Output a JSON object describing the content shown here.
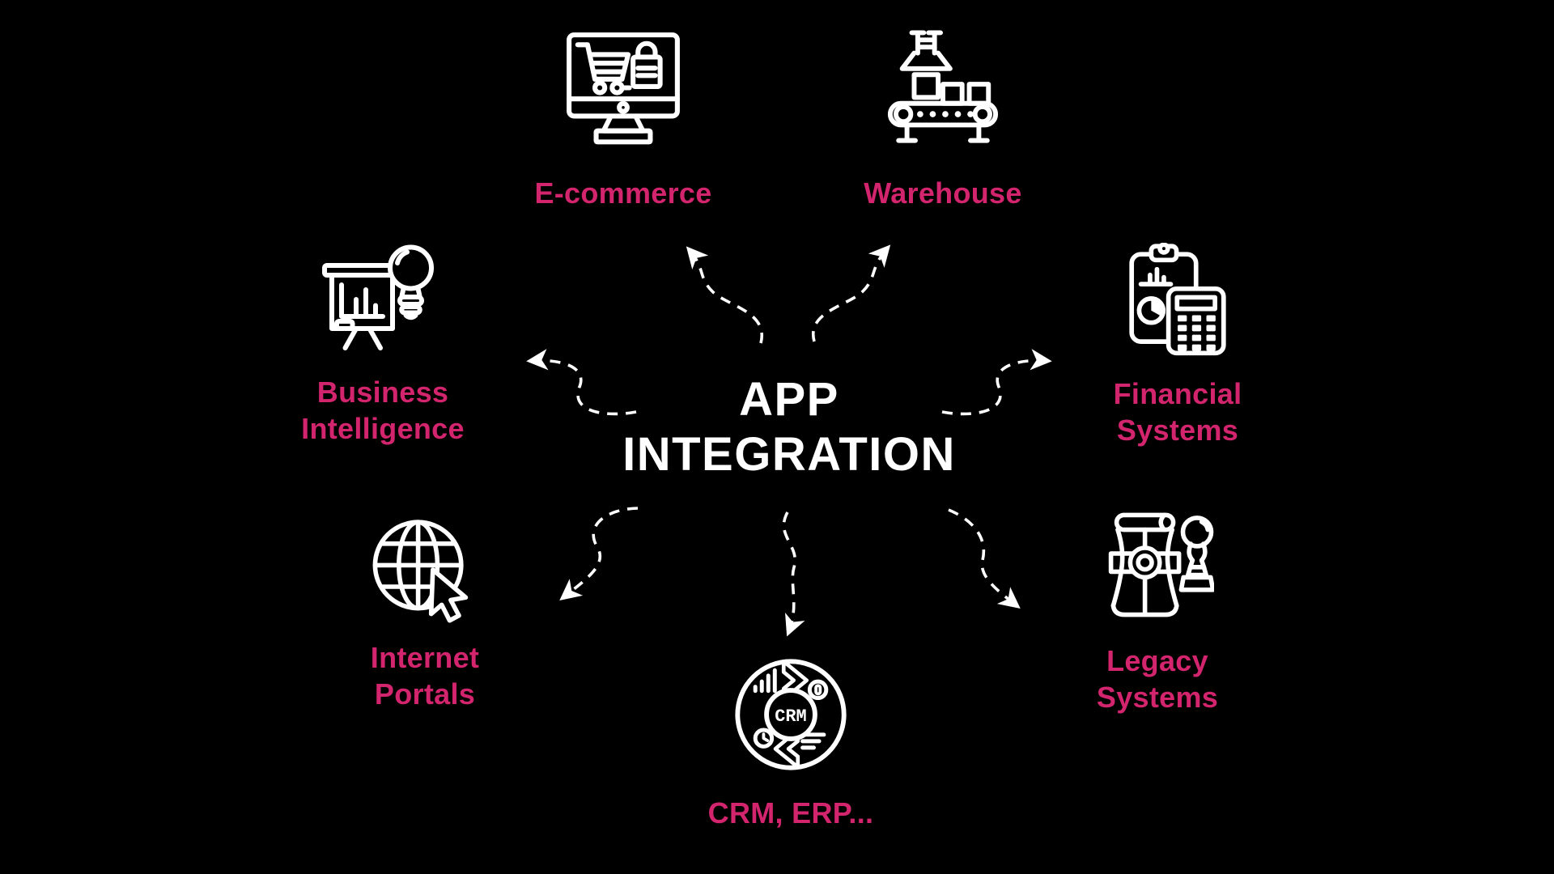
{
  "slide": {
    "title_line1": "APP",
    "title_line2": "INTEGRATION"
  },
  "colors": {
    "background": "#000000",
    "label_pink": "#d3246e",
    "line_white": "#ffffff"
  },
  "nodes": [
    {
      "id": "e-commerce",
      "label": "E-commerce",
      "lines": [
        "E-commerce"
      ],
      "icon": "monitor-shopping-cart-icon"
    },
    {
      "id": "warehouse",
      "label": "Warehouse",
      "lines": [
        "Warehouse"
      ],
      "icon": "conveyor-belt-icon"
    },
    {
      "id": "business-intelligence",
      "label": "Business Intelligence",
      "lines": [
        "Business",
        "Intelligence"
      ],
      "icon": "presentation-lightbulb-icon"
    },
    {
      "id": "financial-systems",
      "label": "Financial Systems",
      "lines": [
        "Financial",
        "Systems"
      ],
      "icon": "clipboard-calculator-icon"
    },
    {
      "id": "internet-portals",
      "label": "Internet Portals",
      "lines": [
        "Internet",
        "Portals"
      ],
      "icon": "globe-cursor-icon"
    },
    {
      "id": "crm-erp",
      "label": "CRM, ERP...",
      "lines": [
        "CRM, ERP..."
      ],
      "icon": "crm-cycle-icon"
    },
    {
      "id": "legacy-systems",
      "label": "Legacy Systems",
      "lines": [
        "Legacy",
        "Systems"
      ],
      "icon": "scroll-stamp-icon"
    }
  ],
  "crm_badge_text": "CRM"
}
